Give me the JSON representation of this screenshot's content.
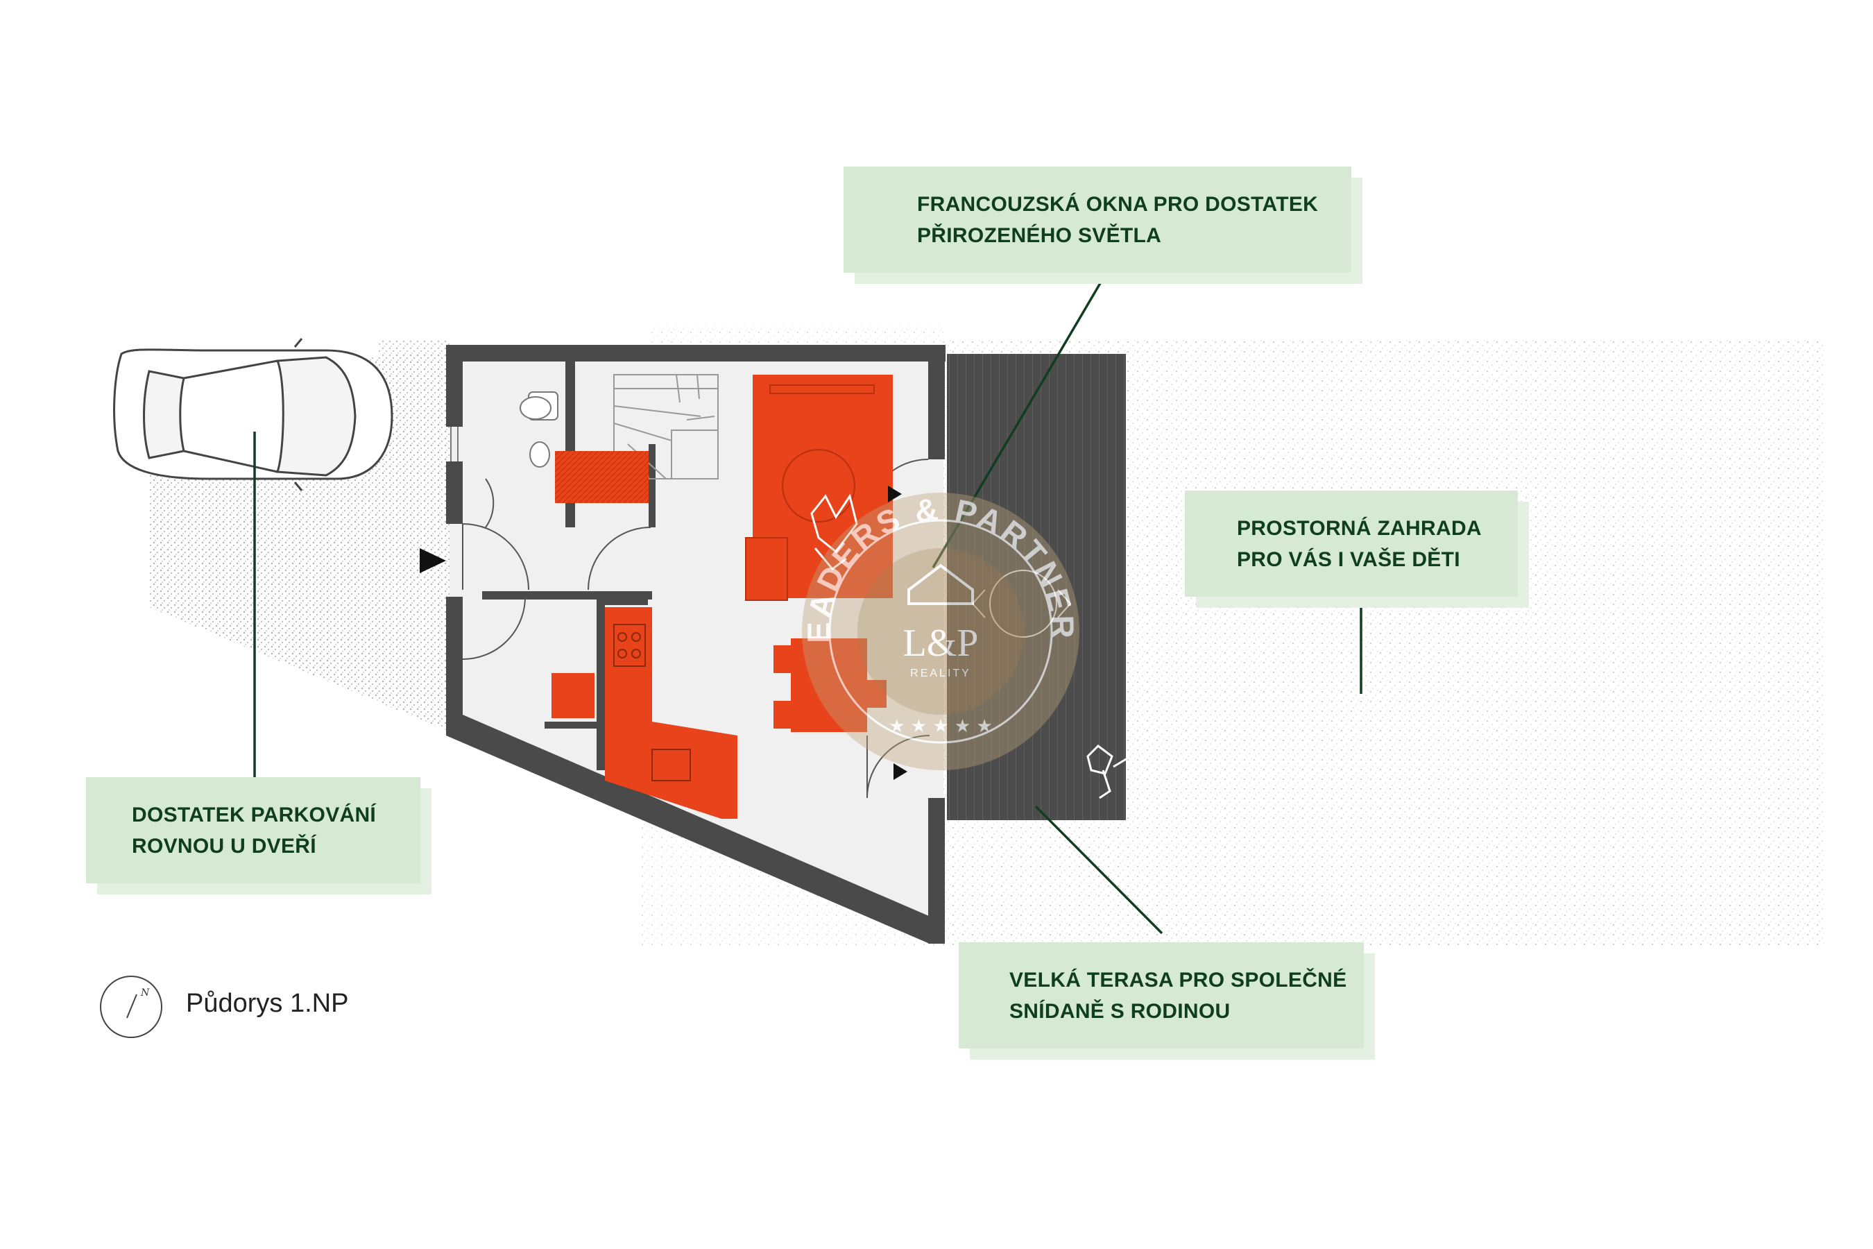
{
  "callouts": [
    {
      "id": "windows",
      "lines": [
        "FRANCOUZSKÁ OKNA PRO DOSTATEK",
        "PŘIROZENÉHO SVĚTLA"
      ]
    },
    {
      "id": "garden",
      "lines": [
        "PROSTORNÁ ZAHRADA",
        "PRO VÁS I VAŠE DĚTI"
      ]
    },
    {
      "id": "parking",
      "lines": [
        "DOSTATEK PARKOVÁNÍ",
        "ROVNOU U DVEŘÍ"
      ]
    },
    {
      "id": "terrace",
      "lines": [
        "VELKÁ TERASA PRO SPOLEČNÉ",
        "SNÍDANĚ S RODINOU"
      ]
    }
  ],
  "caption": "Půdorys 1.NP",
  "compass": {
    "letter": "N",
    "icon": "north-arrow-icon"
  },
  "watermark": {
    "ring_text": "LEADERS & PARTNERS",
    "monogram": "L&P",
    "sub": "REALITY",
    "stars": "★ ★ ★ ★ ★"
  },
  "colors": {
    "callout_bg": "#d6e9d2",
    "callout_text": "#0f3d1f",
    "leader_line": "#123d22",
    "wall": "#4a4a4a",
    "furniture_accent": "#e8431b",
    "terrace_deck": "#4c4c4c",
    "floor": "#f0f0f0"
  }
}
